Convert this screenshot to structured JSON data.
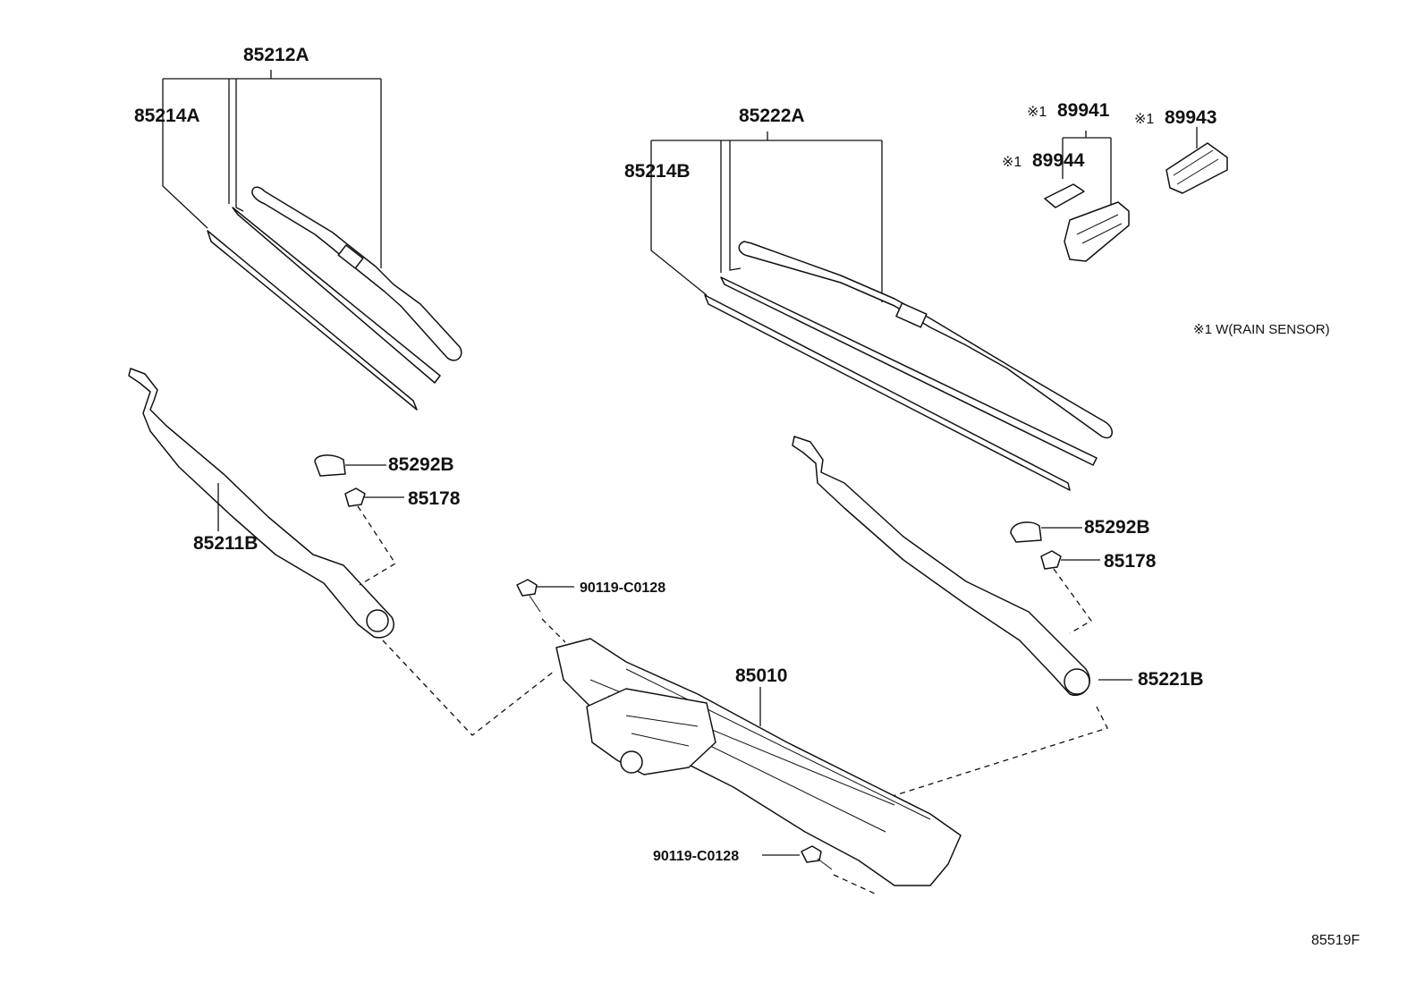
{
  "callouts": {
    "blade_front_assy": "85212A",
    "refill_front": "85214A",
    "blade_rear_assy": "85222A",
    "refill_rear": "85214B",
    "sensor_cover": "89941",
    "sensor_cover_mark": "※1",
    "sensor_pad": "89944",
    "sensor_pad_mark": "※1",
    "sensor_bracket": "89943",
    "sensor_bracket_mark": "※1",
    "cap_left": "85292B",
    "nut_left": "85178",
    "arm_left": "85211B",
    "cap_right": "85292B",
    "nut_right": "85178",
    "arm_right": "85221B",
    "bolt_upper": "90119-C0128",
    "link_assy": "85010",
    "bolt_lower": "90119-C0128"
  },
  "note": "※1 W(RAIN SENSOR)",
  "figure_code": "85519F"
}
